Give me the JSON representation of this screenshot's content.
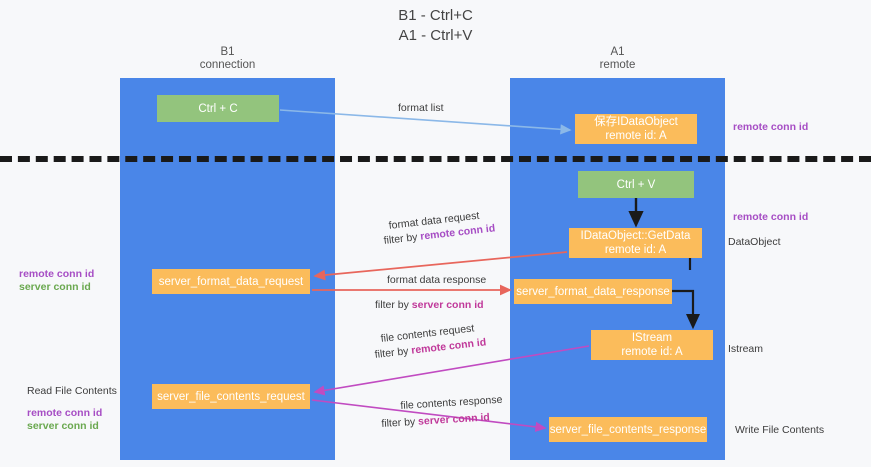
{
  "title": {
    "line1": "B1 - Ctrl+C",
    "line2": "A1 - Ctrl+V"
  },
  "columns": [
    {
      "id": "b1",
      "name": "B1",
      "role": "connection",
      "color": "#4a86e8"
    },
    {
      "id": "a1",
      "name": "A1",
      "role": "remote",
      "color": "#4a86e8"
    }
  ],
  "colors": {
    "lane": "#4a86e8",
    "green_node": "#93c47d",
    "orange_node": "#fbbc5b",
    "remote_conn_id": "#a64dc4",
    "server_conn_id": "#6aa84f",
    "server_conn_id_label": "#c0399a",
    "arrow_format_list": "#8bb8e8",
    "arrow_format_data": "#e8665c",
    "arrow_file_contents": "#c14bc1",
    "arrow_black": "#1a1a1a",
    "divider": "#1a1a1a",
    "background": "#f7f8fa"
  },
  "divider": {
    "style": "dashed",
    "label": ""
  },
  "nodes": {
    "ctrl_c": {
      "label": "Ctrl + C",
      "kind": "green",
      "lane": "b1"
    },
    "save_idataobject": {
      "line1": "保存IDataObject",
      "line2": "remote id: A",
      "kind": "orange",
      "lane": "a1"
    },
    "ctrl_v": {
      "label": "Ctrl + V",
      "kind": "green",
      "lane": "a1"
    },
    "getdata": {
      "line1": "IDataObject::GetData",
      "line2": "remote id: A",
      "kind": "orange",
      "lane": "a1"
    },
    "server_format_data_request": {
      "label": "server_format_data_request",
      "kind": "orange",
      "lane": "b1"
    },
    "server_format_data_response": {
      "label": "server_format_data_response",
      "kind": "orange",
      "lane": "a1"
    },
    "istream": {
      "line1": "IStream",
      "line2": "remote id: A",
      "kind": "orange",
      "lane": "a1"
    },
    "server_file_contents_request": {
      "label": "server_file_contents_request",
      "kind": "orange",
      "lane": "b1"
    },
    "server_file_contents_response": {
      "label": "server_file_contents_response",
      "kind": "orange",
      "lane": "a1"
    }
  },
  "edge_labels": {
    "format_list": "format list",
    "format_data_request": "format data request",
    "format_data_request_filter_prefix": "filter by ",
    "format_data_request_filter_value": "remote conn id",
    "format_data_response": "format data response",
    "format_data_response_filter_prefix": "filter by ",
    "format_data_response_filter_value": "server conn id",
    "file_contents_request": "file contents request",
    "file_contents_request_filter_prefix": "filter by ",
    "file_contents_request_filter_value": "remote conn id",
    "file_contents_response": "file contents response",
    "file_contents_response_filter_prefix": "filter by ",
    "file_contents_response_filter_value": "server conn id"
  },
  "annotations": {
    "right_remote_conn_id_top": "remote conn id",
    "right_remote_conn_id_mid": "remote conn id",
    "right_dataobject": "DataObject",
    "right_istream": "Istream",
    "right_write_file_contents": "Write File Contents",
    "left_remote_conn_id_mid": "remote conn id",
    "left_server_conn_id_mid": "server conn id",
    "left_read_file_contents": "Read File Contents",
    "left_remote_conn_id_bottom": "remote conn id",
    "left_server_conn_id_bottom": "server conn id"
  }
}
